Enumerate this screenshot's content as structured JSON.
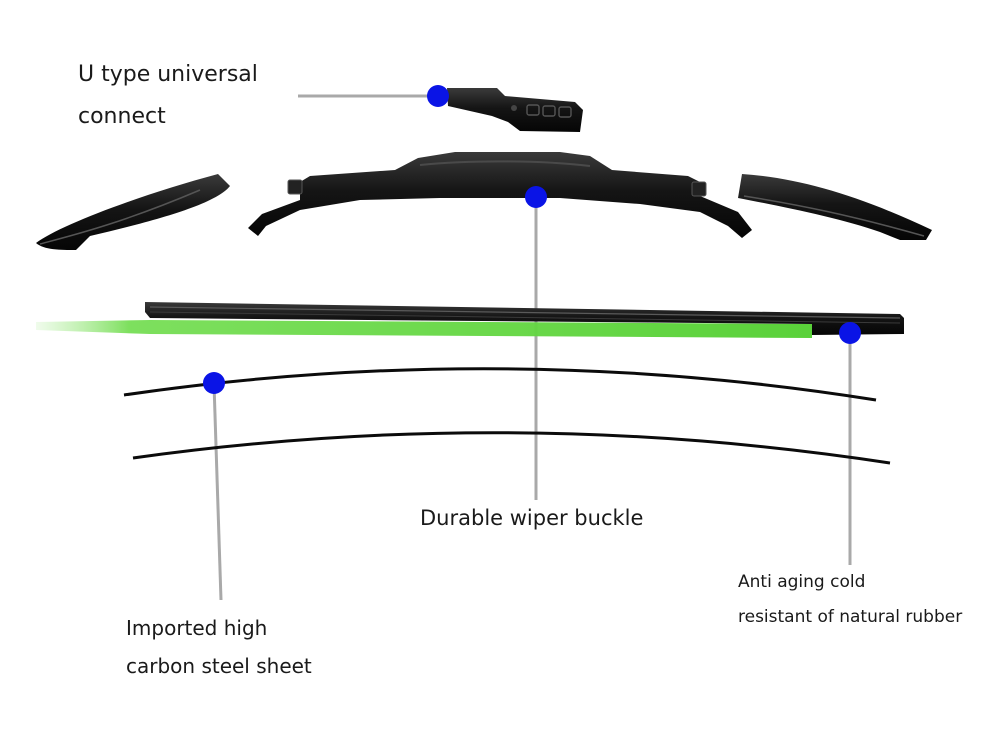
{
  "colors": {
    "marker": "#0a14e6",
    "leader_line": "#a9a9a9",
    "part_black": "#151515",
    "rubber_green": "#5ad13a",
    "label_text": "#1a1a1a"
  },
  "callouts": [
    {
      "id": "connect",
      "lines": [
        "U type universal",
        "connect"
      ]
    },
    {
      "id": "buckle",
      "lines": [
        "Durable wiper buckle"
      ]
    },
    {
      "id": "rubber",
      "lines": [
        "Anti aging cold",
        "resistant of natural rubber"
      ]
    },
    {
      "id": "steel",
      "lines": [
        "Imported high",
        "carbon steel sheet"
      ]
    }
  ]
}
